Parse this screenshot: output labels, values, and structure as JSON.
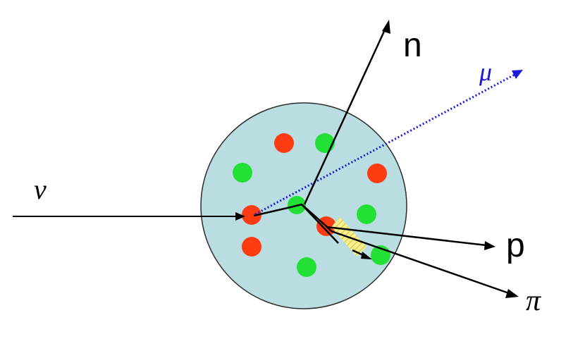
{
  "diagram": {
    "labels": {
      "neutrino": "ν",
      "muon": "μ",
      "neutron": "n",
      "proton": "p",
      "pion": "π"
    },
    "colors": {
      "background": "#ffffff",
      "nucleus_fill": "#b9dde0",
      "nucleus_stroke": "#2b2b2b",
      "proton_nucleon": "#ff3b12",
      "neutron_nucleon": "#22e035",
      "track": "#000000",
      "muon_track": "#1a1ad8",
      "muon_label": "#1a1ad8",
      "highlight_fill": "#f7ef9a",
      "highlight_hatch": "#e2cf3a"
    }
  }
}
